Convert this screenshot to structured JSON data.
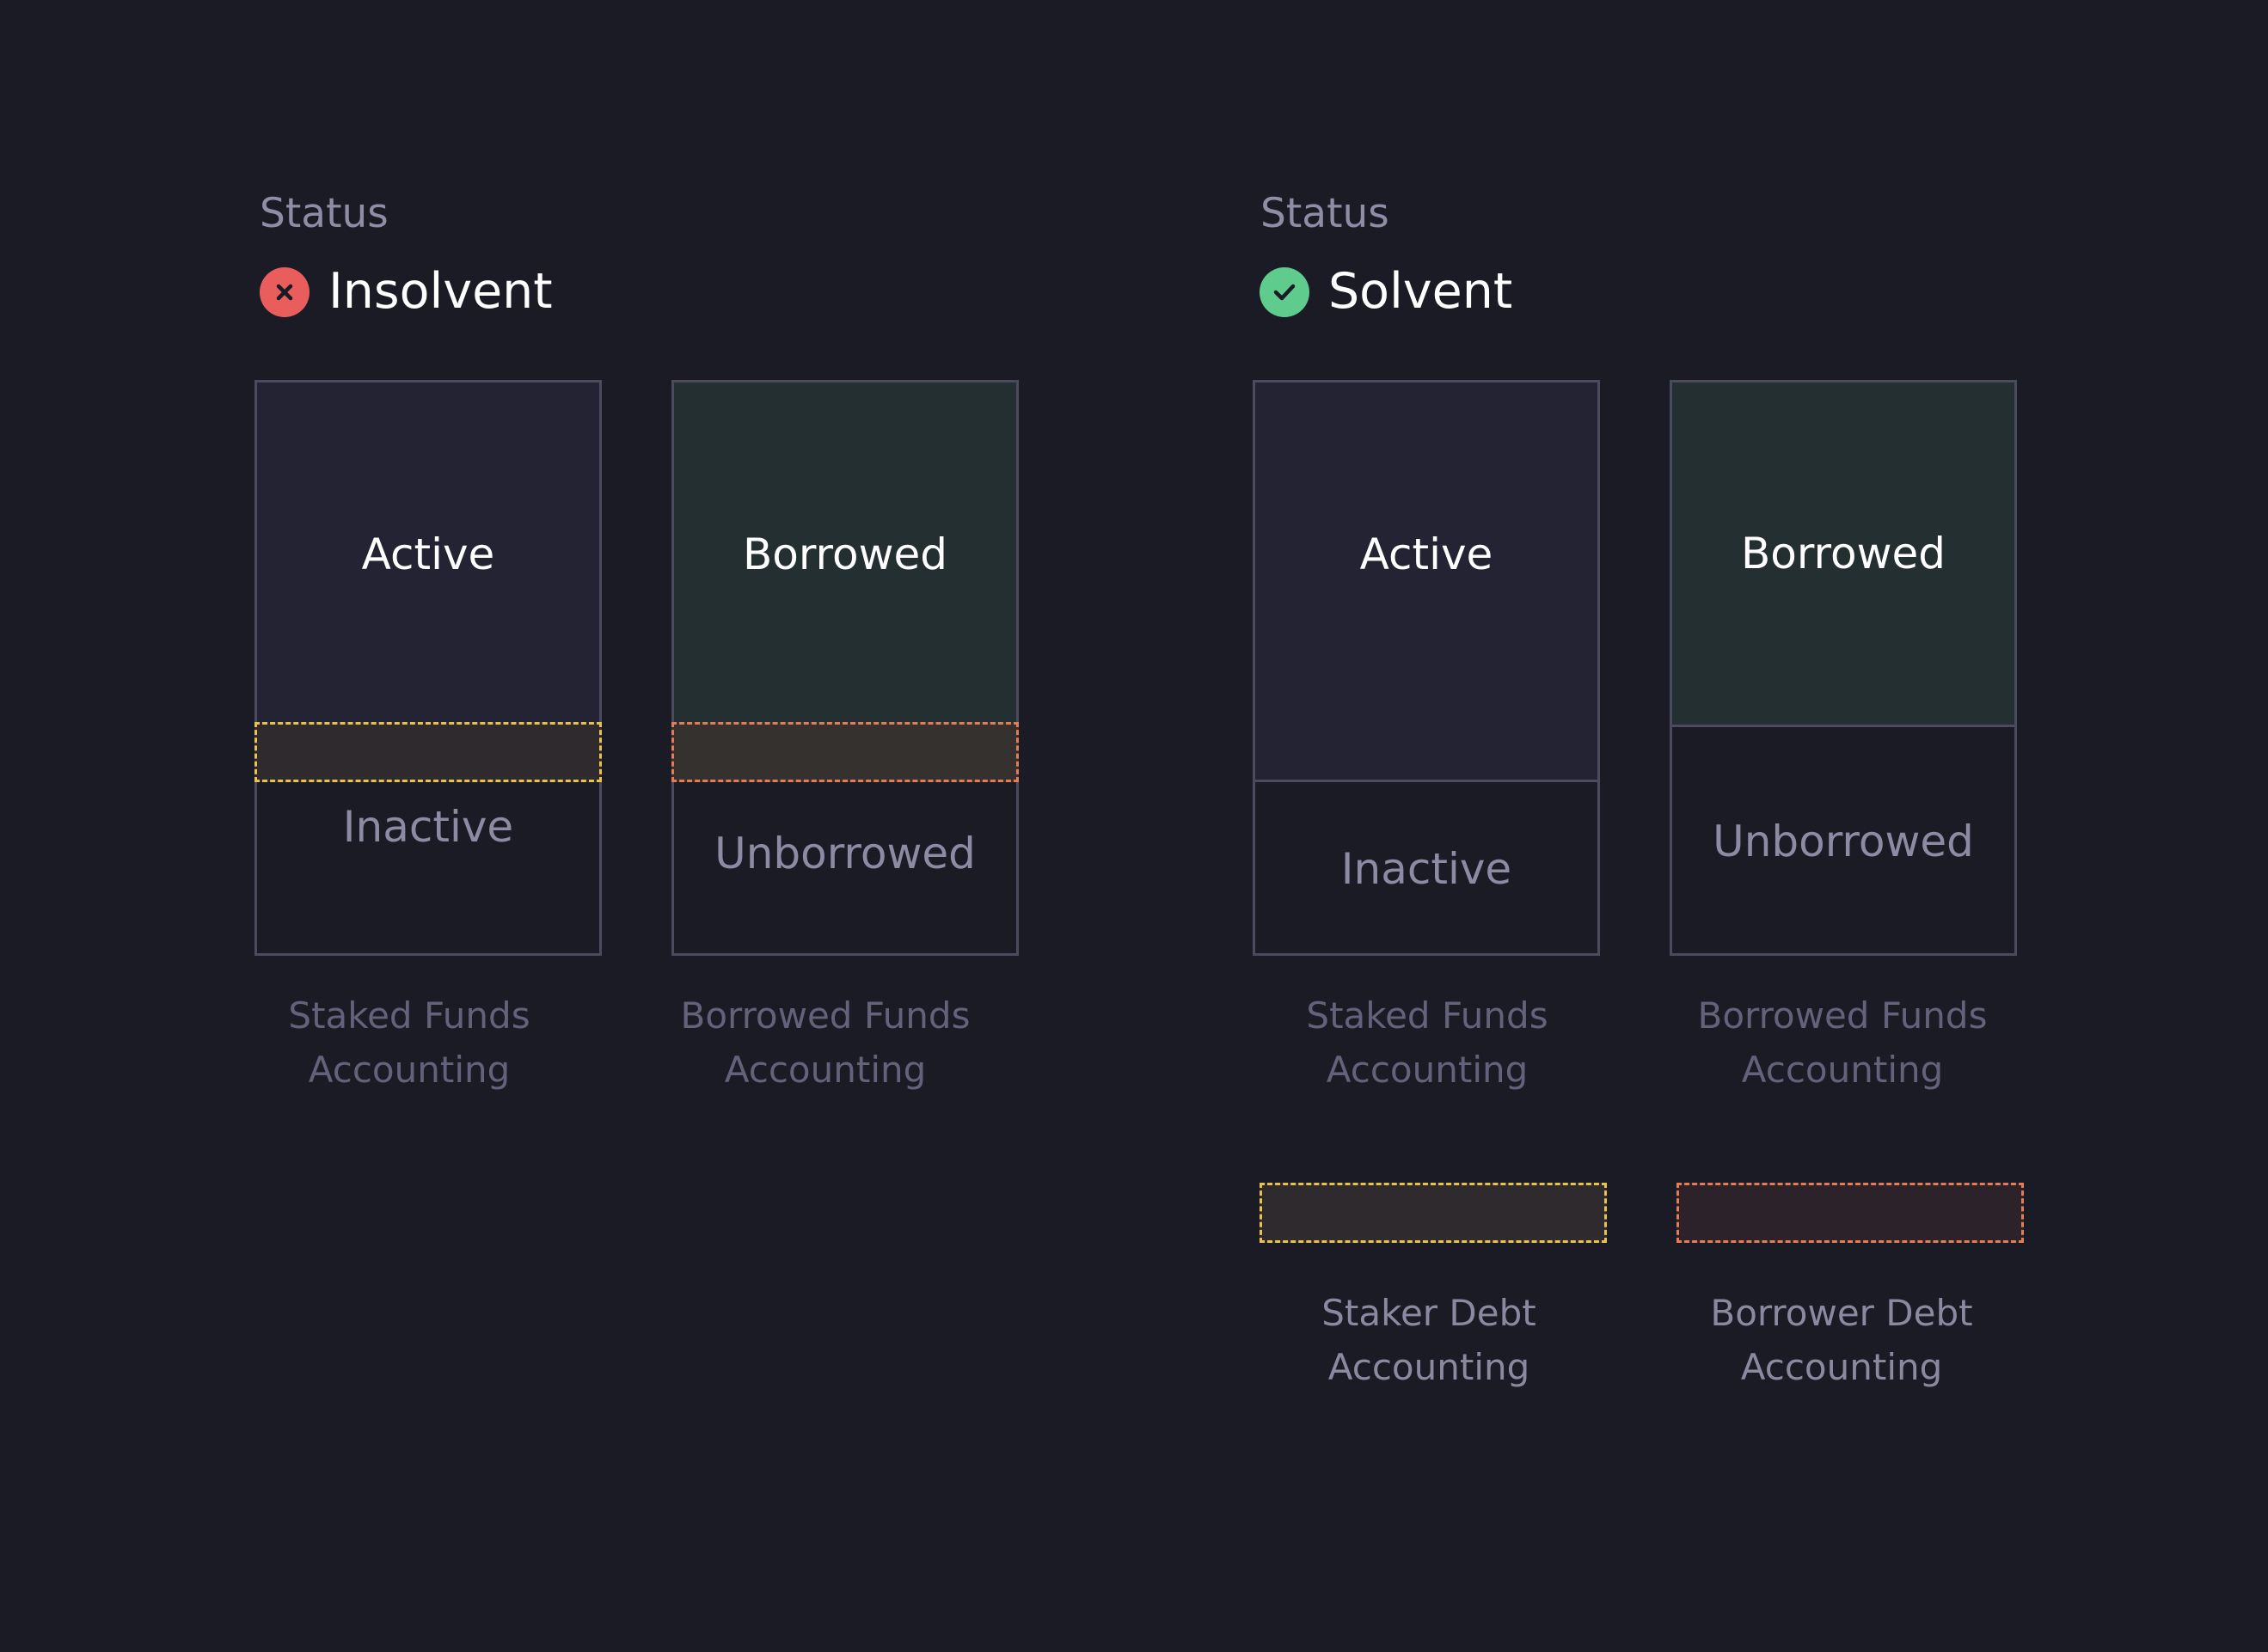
{
  "left": {
    "status_label": "Status",
    "status_text": "Insolvent",
    "status_color": "#ea5d5d",
    "staked": {
      "top": "Active",
      "bottom": "Inactive"
    },
    "borrowed": {
      "top": "Borrowed",
      "bottom": "Unborrowed"
    },
    "captions": {
      "staked_line1": "Staked Funds",
      "staked_line2": "Accounting",
      "borrowed_line1": "Borrowed Funds",
      "borrowed_line2": "Accounting"
    }
  },
  "right": {
    "status_label": "Status",
    "status_text": "Solvent",
    "status_color": "#5fcb8c",
    "staked": {
      "top": "Active",
      "bottom": "Inactive"
    },
    "borrowed": {
      "top": "Borrowed",
      "bottom": "Unborrowed"
    },
    "captions": {
      "staked_line1": "Staked Funds",
      "staked_line2": "Accounting",
      "borrowed_line1": "Borrowed Funds",
      "borrowed_line2": "Accounting"
    },
    "legend": {
      "staker_line1": "Staker Debt",
      "staker_line2": "Accounting",
      "borrower_line1": "Borrower Debt",
      "borrower_line2": "Accounting"
    }
  },
  "colors": {
    "background": "#1b1b26",
    "active_fill": "#232333",
    "borrowed_fill": "#232f31",
    "staker_debt_border": "#e8c24a",
    "borrower_debt_border": "#e57c55"
  }
}
